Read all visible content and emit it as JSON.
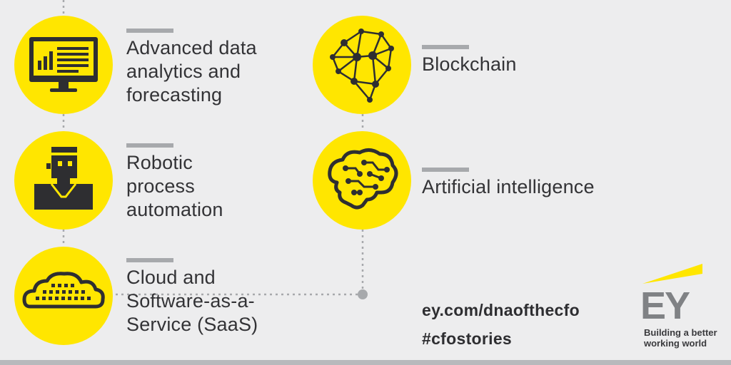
{
  "colors": {
    "accent": "#ffe600",
    "background": "#ededee",
    "icon": "#2e2e31",
    "bar": "#a7a9ac",
    "text": "#333336"
  },
  "items": [
    {
      "icon": "monitor-analytics-icon",
      "lines": [
        "Advanced data",
        "analytics and",
        "forecasting"
      ]
    },
    {
      "icon": "robot-icon",
      "lines": [
        "Robotic",
        "process",
        "automation"
      ]
    },
    {
      "icon": "cloud-icon",
      "lines": [
        "Cloud and",
        "Software-as-a-",
        "Service (SaaS)"
      ]
    },
    {
      "icon": "blockchain-network-icon",
      "lines": [
        "Blockchain"
      ]
    },
    {
      "icon": "ai-brain-icon",
      "lines": [
        "Artificial intelligence"
      ]
    }
  ],
  "links": {
    "url": "ey.com/dnaofthecfo",
    "hashtag": "#cfostories"
  },
  "logo": {
    "mark": "EY",
    "tagline": [
      "Building a better",
      "working world"
    ]
  }
}
